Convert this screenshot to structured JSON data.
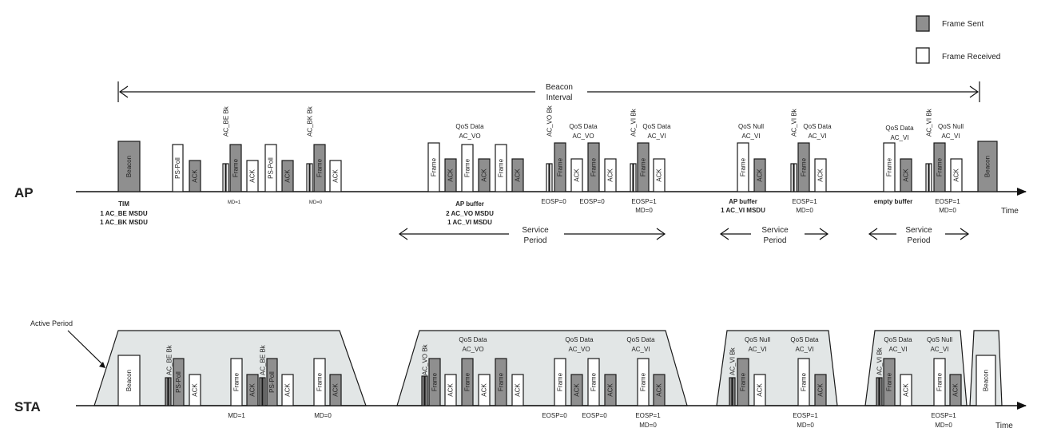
{
  "legend": {
    "sent": "Frame Sent",
    "received": "Frame Received"
  },
  "colors": {
    "sent": "#8f8f8f",
    "received": "#ffffff",
    "period": "#e2e6e6",
    "stroke": "#1a1a1a"
  },
  "beacon_interval": {
    "line1": "Beacon",
    "line2": "Interval"
  },
  "ap": {
    "label": "AP",
    "time": "Time",
    "tim": [
      "TIM",
      "1 AC_BE MSDU",
      "1 AC_BK MSDU"
    ],
    "buffer1": [
      "AP buffer",
      "2 AC_VO MSDU",
      "1 AC_VI MSDU"
    ],
    "buffer2": [
      "AP buffer",
      "1 AC_VI MSDU"
    ],
    "buffer3": "empty buffer",
    "md1": "MD=1",
    "md0": "MD=0",
    "service_period": [
      "Service",
      "Period"
    ],
    "eosp0": "EOSP=0",
    "eosp1": "EOSP=1",
    "md_end": "MD=0",
    "qos_data": "QoS Data",
    "qos_null": "QoS Null",
    "ac_vo": "AC_VO",
    "ac_vi": "AC_VI"
  },
  "sta": {
    "label": "STA",
    "time": "Time",
    "active_period": "Active Period",
    "md1": "MD=1",
    "md0": "MD=0",
    "eosp0": "EOSP=0",
    "eosp1": "EOSP=1",
    "md_end": "MD=0"
  },
  "frames": {
    "beacon": "Beacon",
    "ps_poll": "PS-Poll",
    "ack": "ACK",
    "frame": "Frame",
    "ac_be_bk": "AC_BE Bk",
    "ac_bk_bk": "AC_BK Bk",
    "ac_vo_bk": "AC_VO Bk",
    "ac_vi_bk": "AC_VI Bk"
  }
}
